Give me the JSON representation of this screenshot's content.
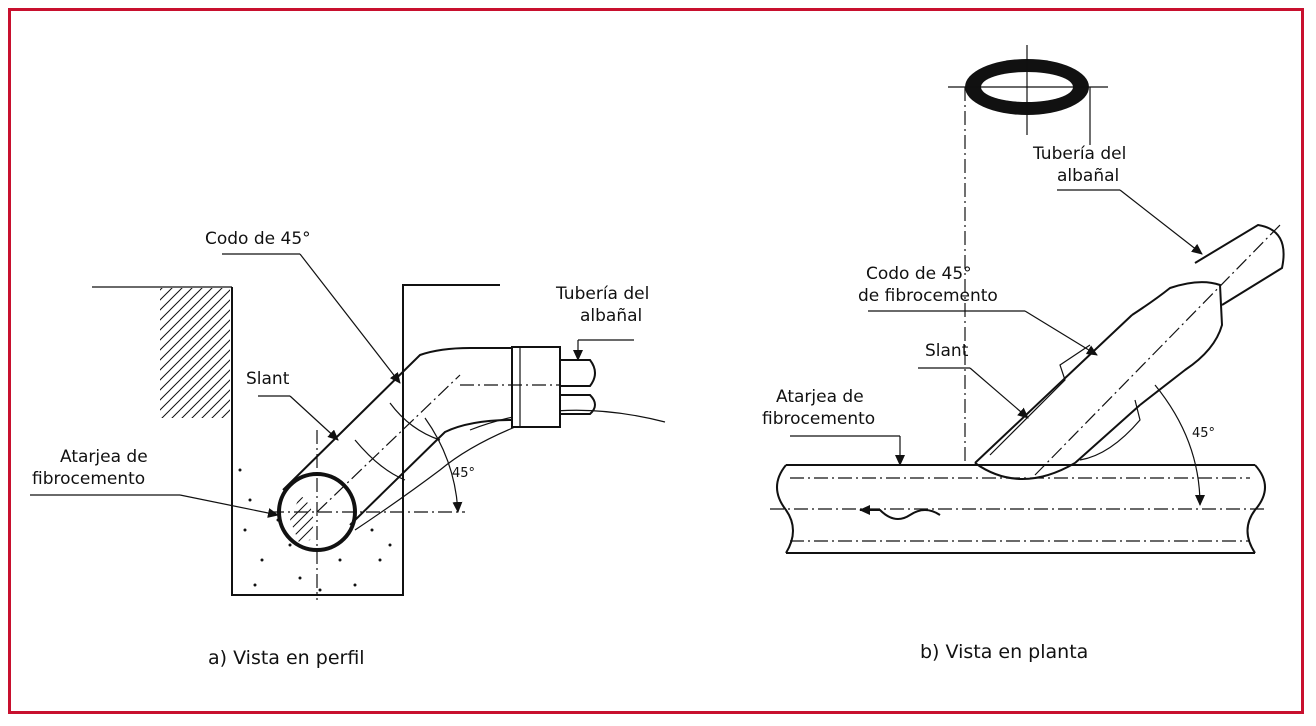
{
  "colors": {
    "frame": "#c8102e",
    "ink": "#111111"
  },
  "profile": {
    "codo": "Codo de 45°",
    "tuberia_1": "Tubería del",
    "tuberia_2": "albañal",
    "slant": "Slant",
    "atarjea_1": "Atarjea de",
    "atarjea_2": "fibrocemento",
    "angle": "45°",
    "caption": "a) Vista en perfil"
  },
  "plan": {
    "tuberia_1": "Tubería del",
    "tuberia_2": "albañal",
    "codo_1": "Codo de 45°",
    "codo_2": "de fibrocemento",
    "slant": "Slant",
    "atarjea_1": "Atarjea de",
    "atarjea_2": "fibrocemento",
    "angle": "45°",
    "caption": "b) Vista en planta"
  }
}
